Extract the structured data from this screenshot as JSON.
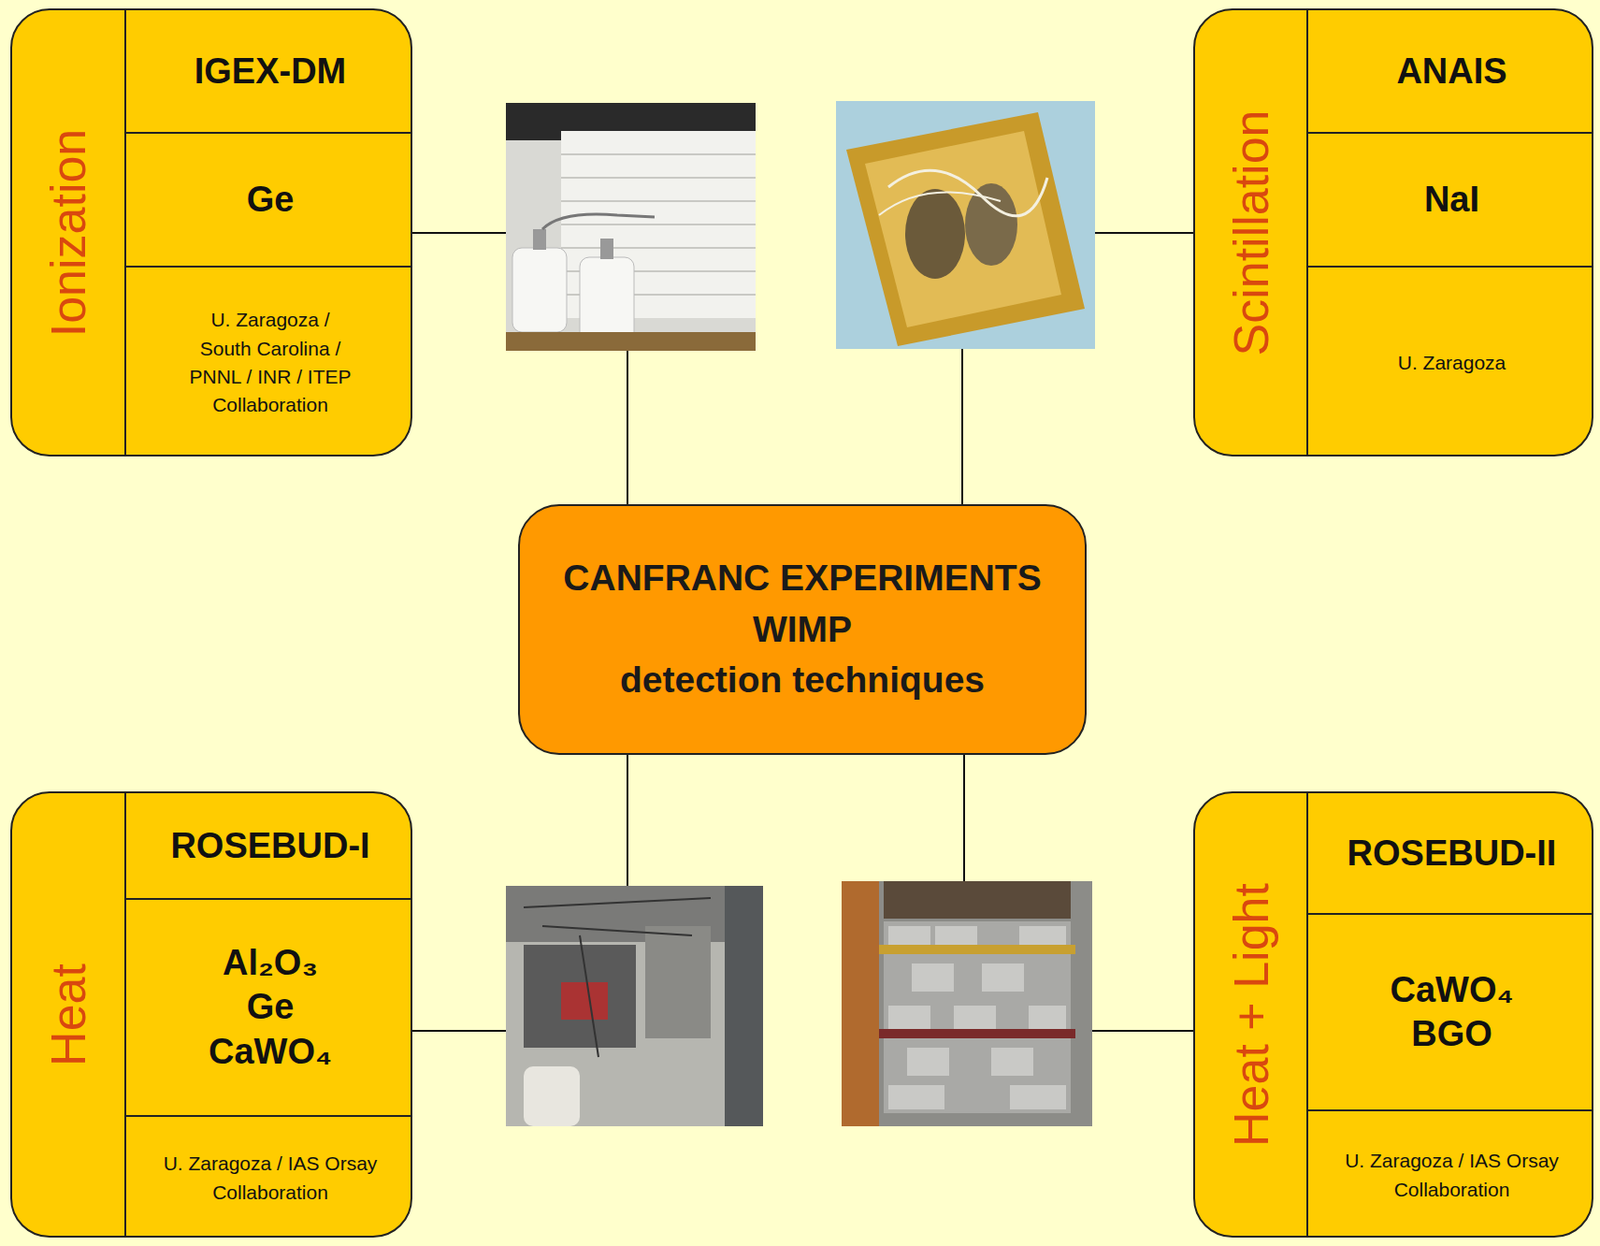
{
  "diagram": {
    "nodes": [
      {
        "text": [
          "Ionization"
        ]
      },
      {
        "text": [
          "IGEX-DM"
        ],
        "in": 0
      },
      {
        "text": [
          "Ge"
        ],
        "in": 0
      },
      {
        "text": [
          "U. Zaragoza / South Carolina / PNNL / INR / ITEP Collaboration"
        ],
        "in": 0
      },
      {
        "text": [
          "Scintillation"
        ]
      },
      {
        "text": [
          "ANAIS"
        ],
        "in": 4
      },
      {
        "text": [
          "NaI"
        ],
        "in": 4
      },
      {
        "text": [
          "U. Zaragoza"
        ],
        "in": 4
      },
      {
        "text": [
          "CANFRANC EXPERIMENTS WIMP detection techniques"
        ]
      },
      {
        "text": [
          "Heat"
        ]
      },
      {
        "text": [
          "ROSEBUD-I"
        ],
        "in": 9
      },
      {
        "text": [
          "Al₂O₃ Ge CaWO₄"
        ],
        "in": 9
      },
      {
        "text": [
          "U. Zaragoza / IAS Orsay Collaboration"
        ],
        "in": 9
      },
      {
        "text": [
          "Heat + Light"
        ]
      },
      {
        "text": [
          "ROSEBUD-II"
        ],
        "in": 13
      },
      {
        "text": [
          "CaWO₄ BGO"
        ],
        "in": 13
      },
      {
        "text": [
          "U. Zaragoza / IAS Orsay Collaboration"
        ],
        "in": 13
      }
    ],
    "edges": [
      {
        "from": 0,
        "to": 8,
        "arrow": "none"
      },
      {
        "from": 4,
        "to": 8,
        "arrow": "none"
      },
      {
        "from": 9,
        "to": 8,
        "arrow": "none"
      },
      {
        "from": 13,
        "to": 8,
        "arrow": "none"
      }
    ]
  }
}
